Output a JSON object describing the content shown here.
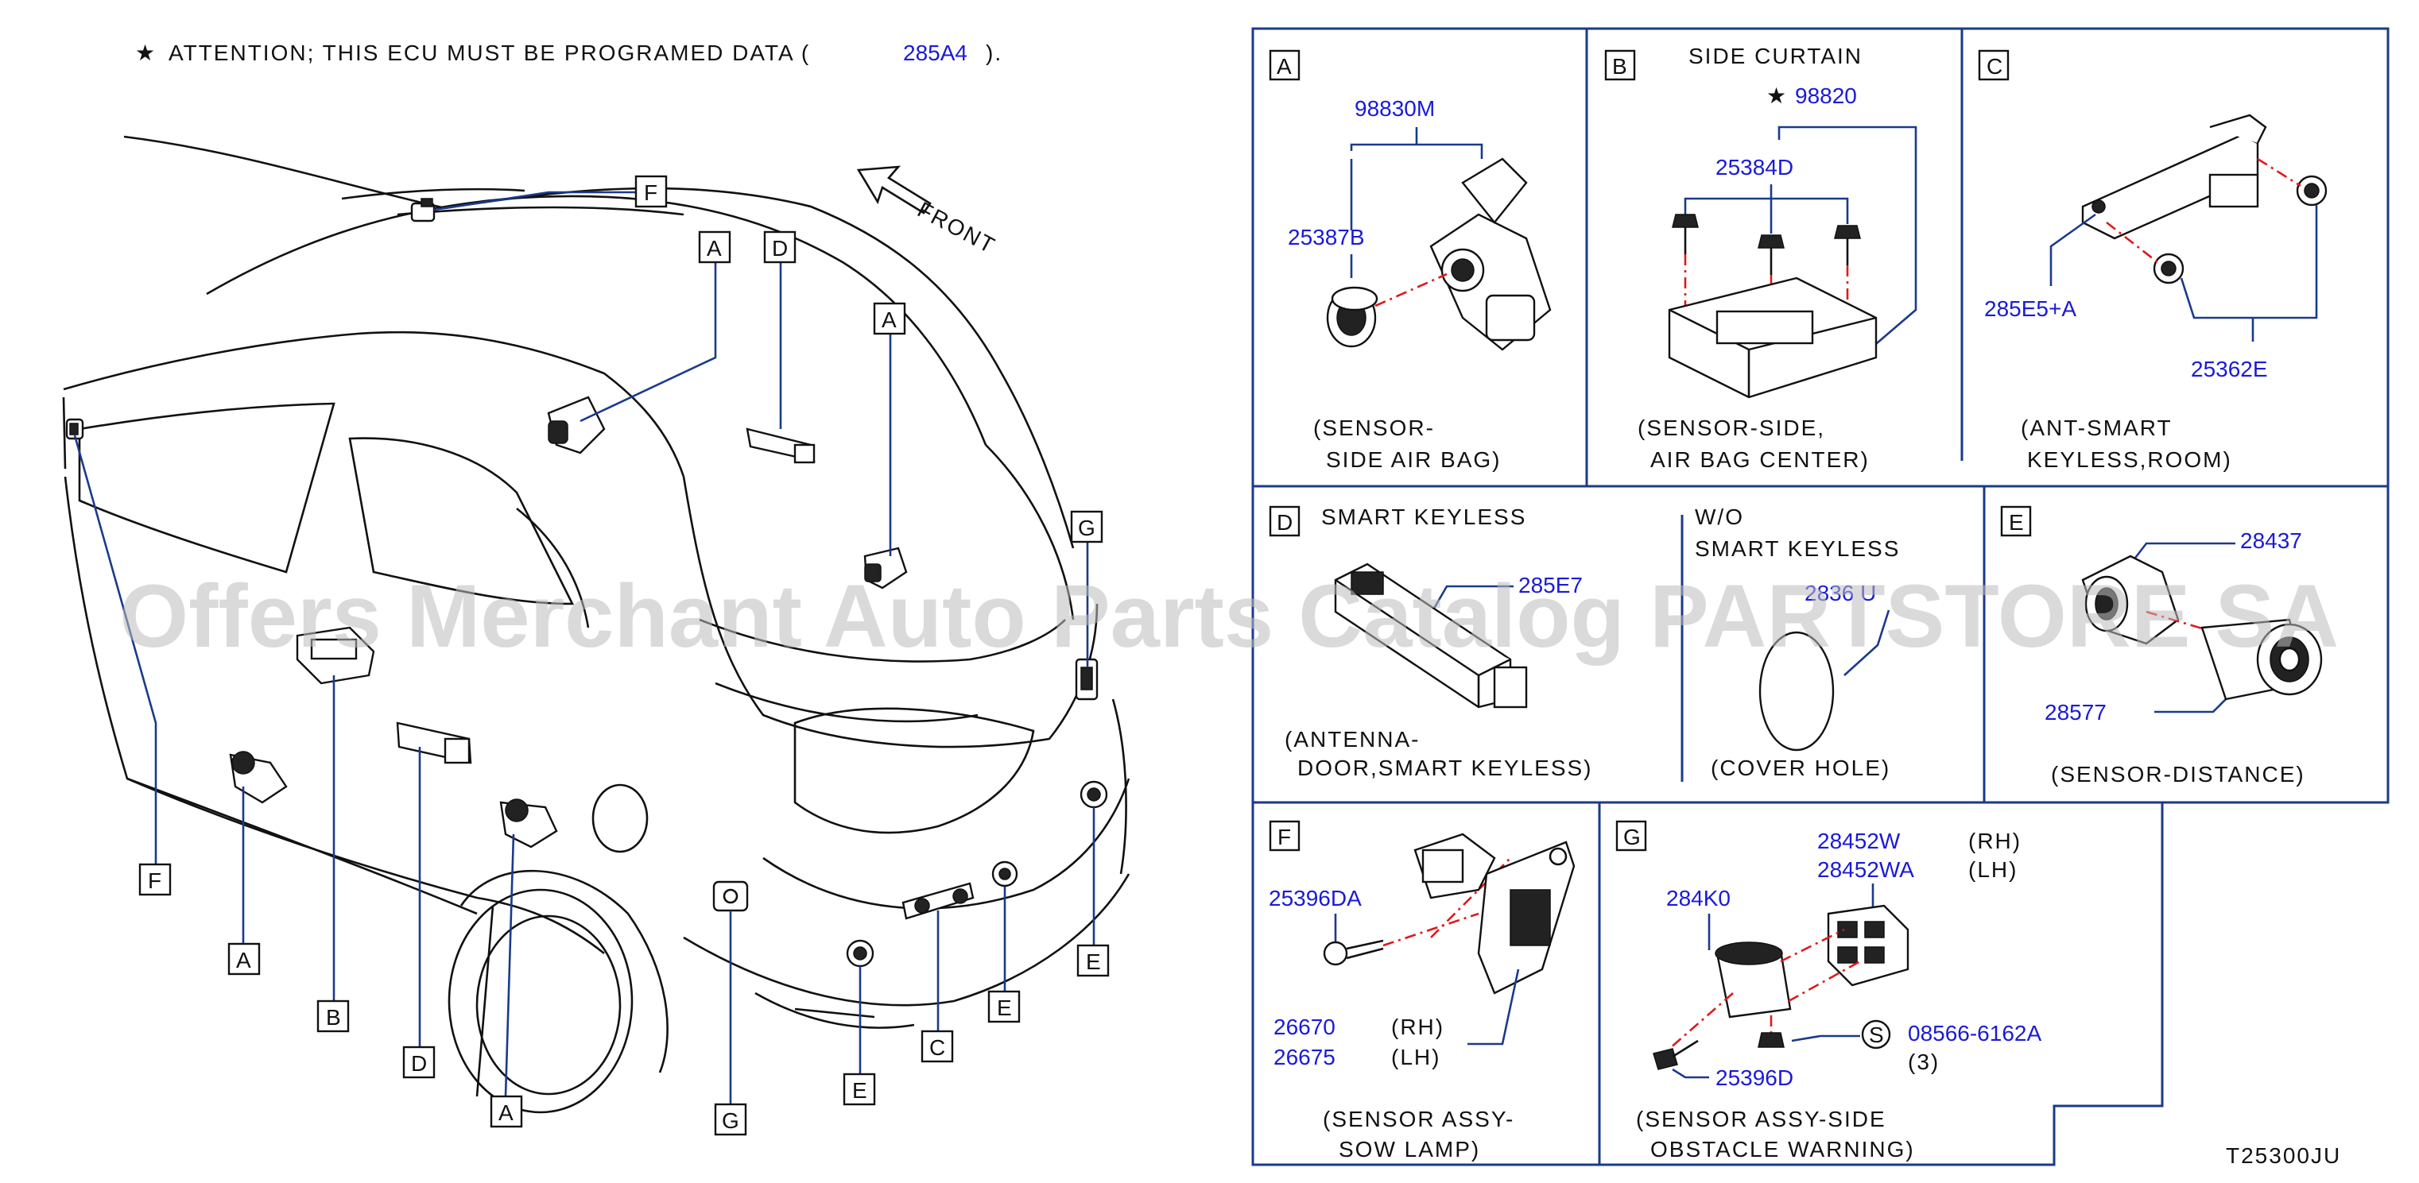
{
  "header": {
    "star": "★",
    "attention_text": "ATTENTION;  THIS  ECU  MUST  BE  PROGRAMED  DATA  (",
    "attention_part": "285A4",
    "attention_close": ")."
  },
  "front_label": "FRONT",
  "car_callouts": {
    "F_top": "F",
    "A_top": "A",
    "D_top": "D",
    "A_right": "A",
    "G_right": "G",
    "F_bottom": "F",
    "A_bottom_left": "A",
    "B_bottom": "B",
    "D_bottom": "D",
    "A_bottom_mid": "A",
    "G_bottom": "G",
    "E_bottom_left": "E",
    "C_bottom": "C",
    "E_bottom_mid": "E",
    "E_right": "E"
  },
  "panels": {
    "A": {
      "letter": "A",
      "parts": [
        "98830M",
        "25387B"
      ],
      "caption": [
        "(SENSOR-",
        "SIDE  AIR  BAG)"
      ]
    },
    "B": {
      "letter": "B",
      "title": "SIDE  CURTAIN",
      "star": "★",
      "parts": [
        "98820",
        "25384D"
      ],
      "caption": [
        "(SENSOR-SIDE,",
        "AIR  BAG  CENTER)"
      ]
    },
    "C": {
      "letter": "C",
      "parts": [
        "285E5+A",
        "25362E"
      ],
      "caption": [
        "(ANT-SMART",
        "KEYLESS,ROOM)"
      ]
    },
    "D": {
      "letter": "D",
      "title": "SMART  KEYLESS",
      "parts": [
        "285E7"
      ],
      "caption": [
        "(ANTENNA-",
        "DOOR,SMART  KEYLESS)"
      ],
      "alt_title": [
        "W/O",
        "SMART  KEYLESS"
      ],
      "alt_part": "2836 U",
      "alt_caption": "(COVER  HOLE)"
    },
    "E": {
      "letter": "E",
      "parts": [
        "28437",
        "28577"
      ],
      "caption": "(SENSOR-DISTANCE)"
    },
    "F": {
      "letter": "F",
      "parts": [
        "25396DA",
        "26670",
        "26675"
      ],
      "sides": [
        "(RH)",
        "(LH)"
      ],
      "caption": [
        "(SENSOR  ASSY-",
        "SOW  LAMP)"
      ]
    },
    "G": {
      "letter": "G",
      "parts": [
        "28452W",
        "28452WA",
        "284K0",
        "08566-6162A",
        "25396D"
      ],
      "sides": [
        "(RH)",
        "(LH)"
      ],
      "s_mark": "S",
      "qty": "(3)",
      "caption": [
        "(SENSOR  ASSY-SIDE",
        "OBSTACLE  WARNING)"
      ]
    }
  },
  "figure_code": "T25300JU",
  "watermark": "Offers Merchant Auto Parts Catalog PARTSTORE SA"
}
